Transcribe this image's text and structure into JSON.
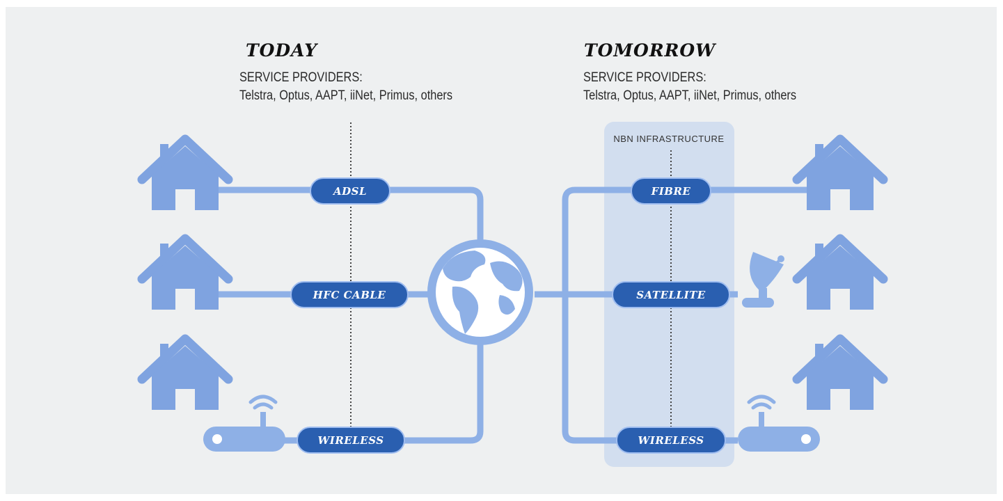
{
  "today": {
    "title": "TODAY",
    "providers_label": "SERVICE PROVIDERS:",
    "providers_list": "Telstra, Optus, AAPT, iiNet, Primus, others",
    "connections": [
      "ADSL",
      "HFC CABLE",
      "WIRELESS"
    ]
  },
  "tomorrow": {
    "title": "TOMORROW",
    "providers_label": "SERVICE PROVIDERS:",
    "providers_list": "Telstra, Optus, AAPT, iiNet, Primus, others",
    "infrastructure_label": "NBN INFRASTRUCTURE",
    "connections": [
      "FIBRE",
      "SATELLITE",
      "WIRELESS"
    ]
  },
  "colors": {
    "line": "#8eb0e6",
    "house": "#7fa3e0",
    "pill": "#2a5fb0",
    "pill_border": "#9fbdf0",
    "nbn_band": "#d2deef",
    "background": "#eef0f1"
  },
  "icons": [
    "house-icon",
    "globe-icon",
    "router-icon",
    "satellite-dish-icon"
  ]
}
